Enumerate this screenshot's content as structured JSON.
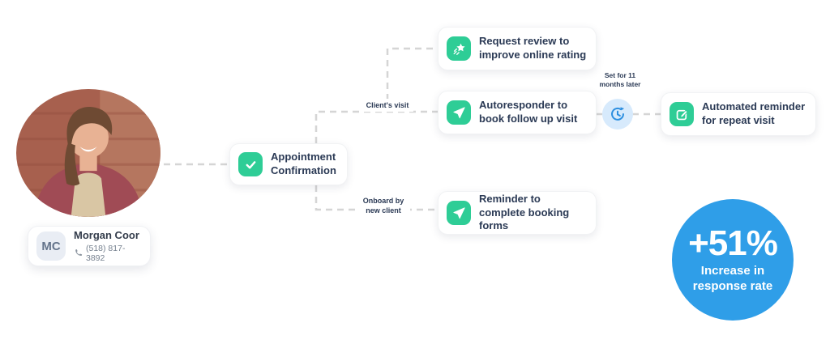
{
  "colors": {
    "accent_green": "#2ecd96",
    "navy_text": "#2b3a55",
    "stat_blue": "#2f9ee8",
    "delay_badge_bg": "#d7eafc",
    "delay_badge_icon": "#2d8fe0",
    "connector_gray": "#d5d5d5"
  },
  "contact": {
    "initials": "MC",
    "name": "Morgan Coor",
    "phone": "(518) 817-3892"
  },
  "flow": {
    "appointment": {
      "label": "Appointment Confirmation",
      "icon": "check-icon"
    },
    "request_review": {
      "label": "Request review to improve online rating",
      "icon": "shooting-star-icon"
    },
    "autoresponder": {
      "label": "Autoresponder to book follow up visit",
      "icon": "send-icon"
    },
    "automated_reminder": {
      "label": "Automated reminder for repeat visit",
      "icon": "edit-icon"
    },
    "booking_forms": {
      "label": "Reminder to complete booking forms",
      "icon": "send-icon"
    },
    "delay_node": {
      "icon": "clock-history-icon"
    },
    "edge_labels": {
      "clients_visit": "Client's visit",
      "onboard_new_client": "Onboard by new client",
      "delay": "Set for 11 months later"
    }
  },
  "stat": {
    "value": "+51%",
    "caption": "Increase in response rate"
  }
}
